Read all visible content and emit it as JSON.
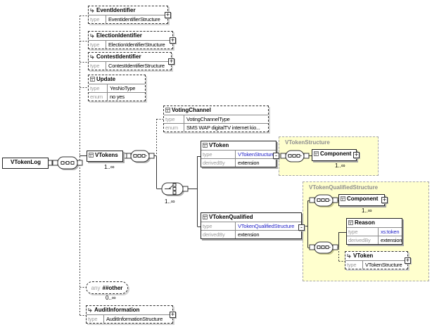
{
  "labels": {
    "type": "type",
    "enum": "enum",
    "derivedBy": "derivedBy",
    "any": "any"
  },
  "icons": {
    "expand": "+",
    "collapse": "-"
  },
  "root": {
    "title": "VTokenLog"
  },
  "event_identifier": {
    "title": "EventIdentifier",
    "type": "EventIdentifierStructure"
  },
  "election_identifier": {
    "title": "ElectionIdentifier",
    "type": "ElectionIdentifierStructure"
  },
  "contest_identifier": {
    "title": "ContestIdentifier",
    "type": "ContestIdentifierStructure"
  },
  "update": {
    "title": "Update",
    "type": "YesNoType",
    "enum": "no yes"
  },
  "vtokens": {
    "title": "VTokens",
    "occurs": "1..∞"
  },
  "voting_channel": {
    "title": "VotingChannel",
    "type": "VotingChannelType",
    "enum": "SMS WAP digitalTV internet kio..."
  },
  "choice": {
    "occurs": "1..∞"
  },
  "vtoken": {
    "title": "VToken",
    "type": "VTokenStructure",
    "derivedBy": "extension"
  },
  "vtoken_qualified": {
    "title": "VTokenQualified",
    "type": "VTokenQualifiedStructure",
    "derivedBy": "extension"
  },
  "vtoken_structure_panel": {
    "title": "VTokenStructure",
    "component": {
      "title": "Component",
      "occurs": "1..∞"
    }
  },
  "vtoken_qualified_structure_panel": {
    "title": "VTokenQualifiedStructure",
    "component": {
      "title": "Component",
      "occurs": "1..∞"
    },
    "reason": {
      "title": "Reason",
      "type": "xs:token",
      "derivedBy": "extension"
    },
    "vtoken": {
      "title": "VToken",
      "type": "VTokenStructure"
    }
  },
  "other": {
    "any": "any",
    "title": "##other",
    "occurs": "0..∞"
  },
  "audit_information": {
    "title": "AuditInformation",
    "type": "AuditInformationStructure"
  },
  "colors": {
    "panel_bg": "#ffffce",
    "link": "#2424c8",
    "label_gray": "#9c9c9c"
  }
}
